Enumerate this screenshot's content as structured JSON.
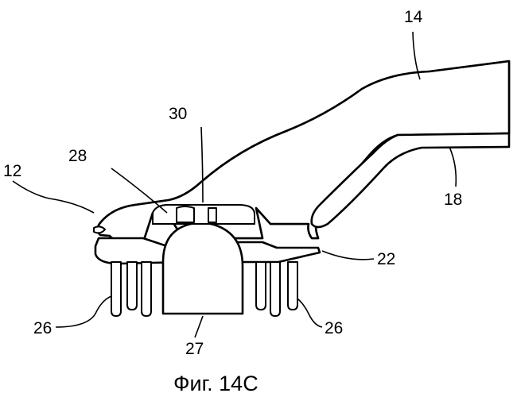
{
  "figure": {
    "caption": "Фиг. 14С",
    "labels": {
      "l14": "14",
      "l30": "30",
      "l28": "28",
      "l12": "12",
      "l18": "18",
      "l22": "22",
      "l26a": "26",
      "l26b": "26",
      "l27": "27"
    }
  }
}
